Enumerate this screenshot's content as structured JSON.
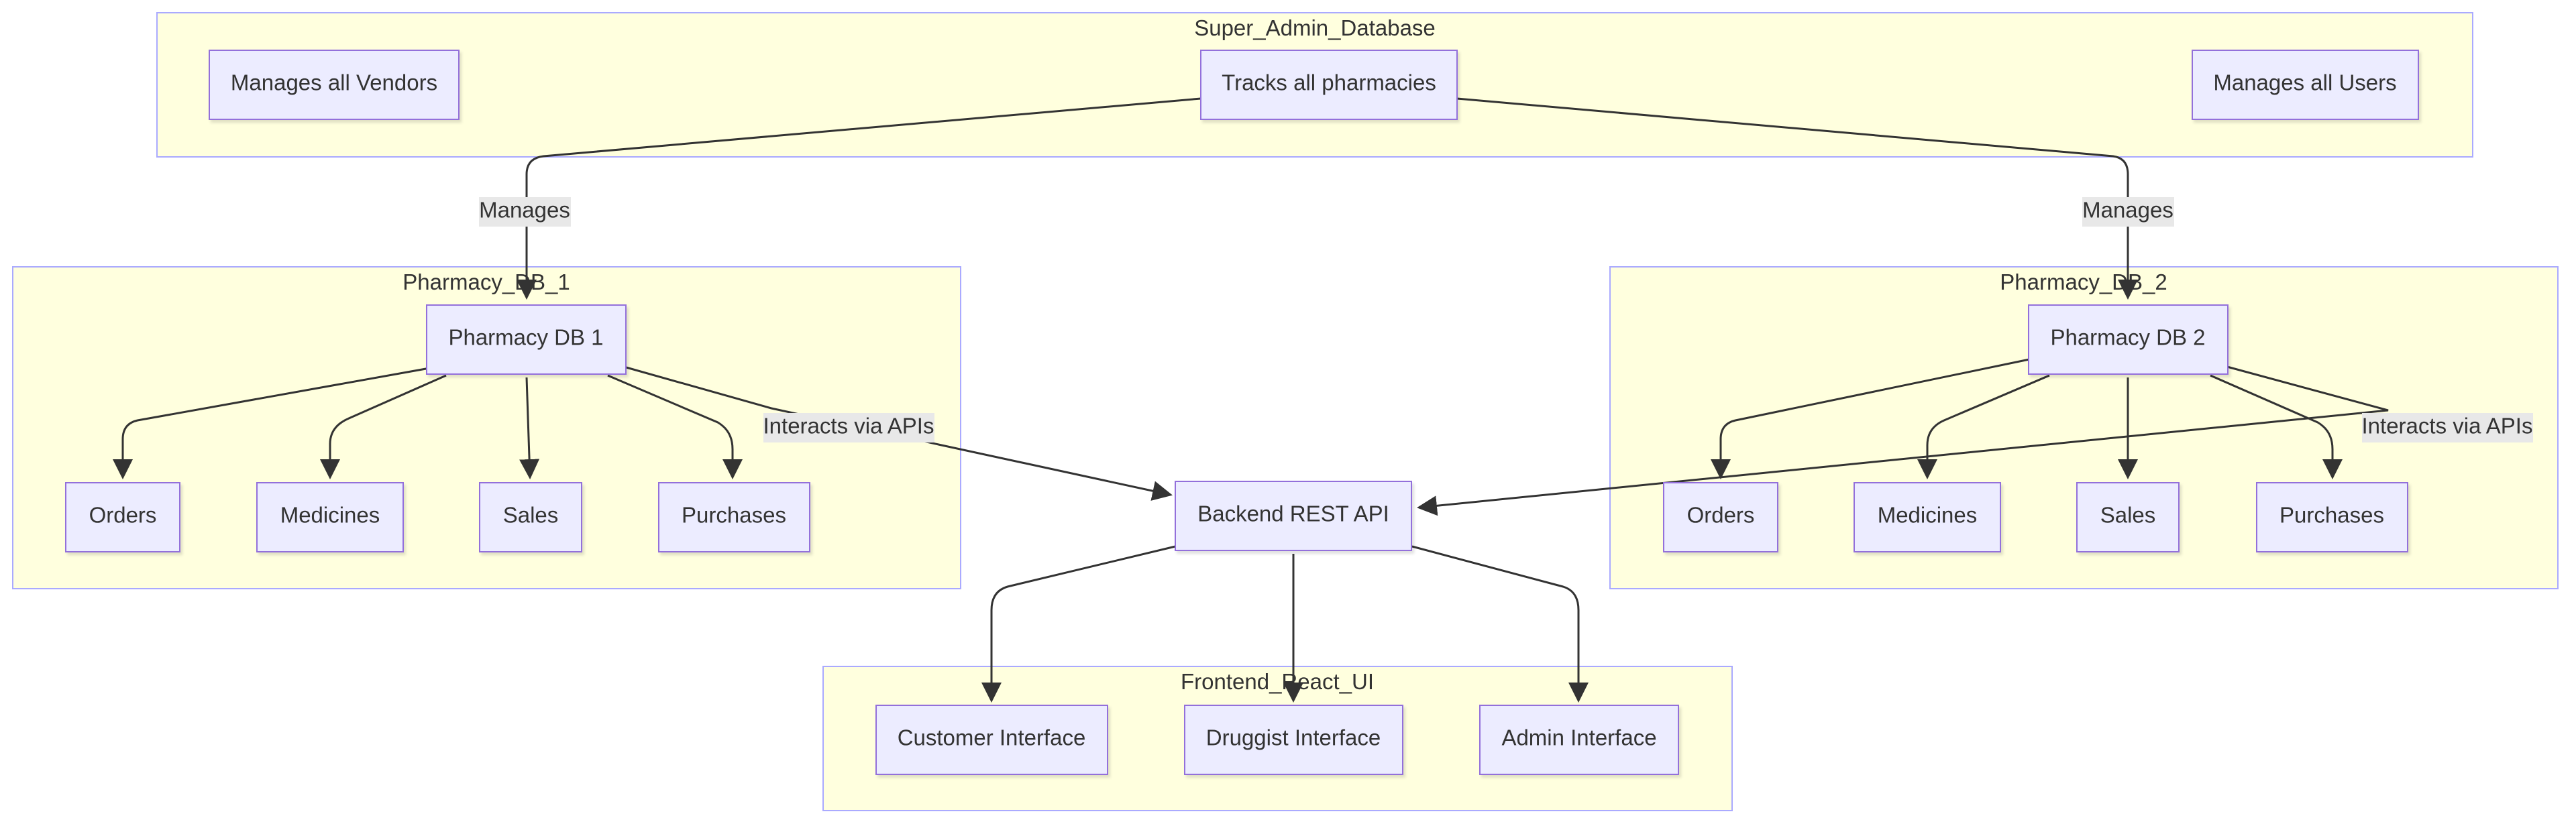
{
  "clusters": {
    "super_admin": "Super_Admin_Database",
    "pharmacy_1": "Pharmacy_DB_1",
    "pharmacy_2": "Pharmacy_DB_2",
    "frontend": "Frontend_React_UI"
  },
  "nodes": {
    "vendors": "Manages all Vendors",
    "track": "Tracks all pharmacies",
    "users": "Manages all Users",
    "pdb1": "Pharmacy DB 1",
    "orders1": "Orders",
    "medicines1": "Medicines",
    "sales1": "Sales",
    "purchases1": "Purchases",
    "api": "Backend REST API",
    "pdb2": "Pharmacy DB 2",
    "orders2": "Orders",
    "medicines2": "Medicines",
    "sales2": "Sales",
    "purchases2": "Purchases",
    "customer": "Customer Interface",
    "druggist": "Druggist Interface",
    "admin": "Admin Interface"
  },
  "edge_labels": {
    "manages_1": "Manages",
    "manages_2": "Manages",
    "interacts_1": "Interacts via APIs",
    "interacts_2": "Interacts via APIs"
  },
  "colors": {
    "cluster_fill": "#ffffde",
    "cluster_stroke": "#aaaaff",
    "node_fill": "#ececff",
    "node_stroke": "#9370db",
    "edge": "#333333",
    "edge_label_bg": "#e8e8e8"
  }
}
